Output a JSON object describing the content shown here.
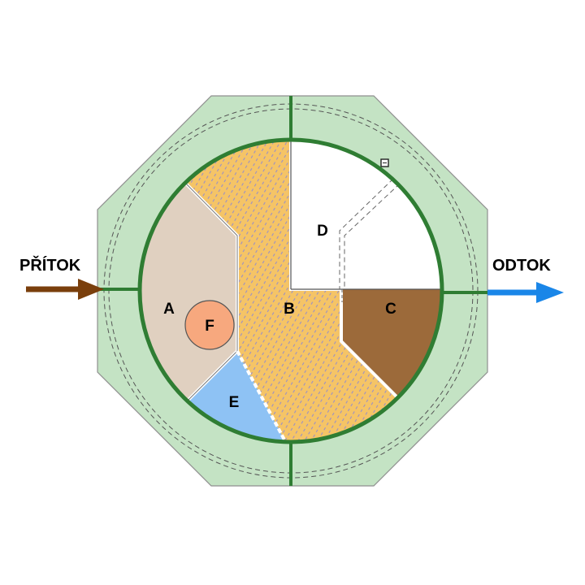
{
  "flows": {
    "inflow": {
      "label": "PŘÍTOK",
      "color": "#7a3f0c"
    },
    "outflow": {
      "label": "ODTOK",
      "color": "#1a86e8"
    }
  },
  "zones": {
    "a": {
      "label": "A",
      "color": "#e0d0c0"
    },
    "b": {
      "label": "B",
      "color": "#f5c466"
    },
    "c": {
      "label": "C",
      "color": "#9c6a3a"
    },
    "d": {
      "label": "D",
      "color": "#ffffff"
    },
    "e": {
      "label": "E",
      "color": "#8ec2f4"
    },
    "f": {
      "label": "F",
      "color": "#f7a87e"
    }
  },
  "colors": {
    "outer_shell": "#c4e3c4",
    "wall": "#2f7d33"
  }
}
